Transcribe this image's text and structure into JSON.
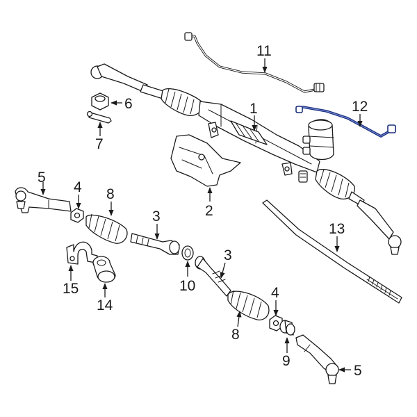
{
  "callouts": {
    "c1": "1",
    "c2": "2",
    "c3a": "3",
    "c3b": "3",
    "c4a": "4",
    "c4b": "4",
    "c5a": "5",
    "c5b": "5",
    "c6": "6",
    "c7": "7",
    "c8a": "8",
    "c8b": "8",
    "c9": "9",
    "c10": "10",
    "c11": "11",
    "c12": "12",
    "c13": "13",
    "c14": "14",
    "c15": "15"
  },
  "colors": {
    "highlight": "#1c2f7a",
    "line": "#1a1a1a",
    "background": "#ffffff"
  }
}
